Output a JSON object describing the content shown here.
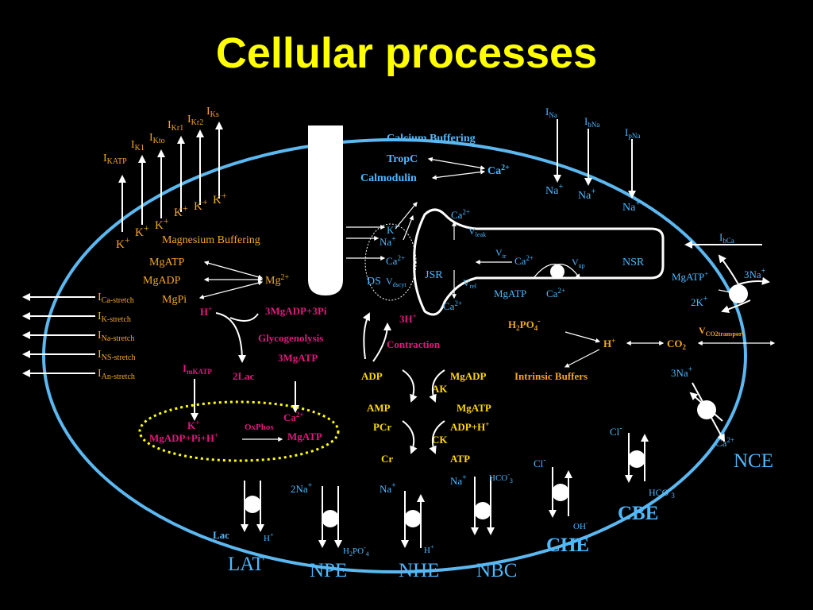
{
  "title": "Cellular processes",
  "currents_left": [
    "I",
    "KATP",
    "I",
    "K1",
    "I",
    "Kto",
    "I",
    "Kr1",
    "I",
    "Kr2",
    "I",
    "Ks"
  ],
  "potassium": "K",
  "plus": "+",
  "mg_buffering": {
    "title": "Magnesium Buffering",
    "items": [
      "MgATP",
      "MgADP",
      "MgPi"
    ],
    "mg": "Mg",
    "charge": "2+"
  },
  "stretch": [
    {
      "i": "I",
      "sub": "Ca-stretch"
    },
    {
      "i": "I",
      "sub": "K-stretch"
    },
    {
      "i": "I",
      "sub": "Na-stretch"
    },
    {
      "i": "I",
      "sub": "NS-stretch"
    },
    {
      "i": "I",
      "sub": "An-stretch"
    }
  ],
  "ca_buffering": {
    "title": "Calcium Buffering",
    "tropc": "TropC",
    "calmodulin": "Calmodulin",
    "ca": "Ca",
    "charge": "2+"
  },
  "na_currents": [
    {
      "i": "I",
      "sub": "Na"
    },
    {
      "i": "I",
      "sub": "bNa"
    },
    {
      "i": "I",
      "sub": "pNa"
    }
  ],
  "na": "Na",
  "sr": {
    "jsr": "JSR",
    "nsr": "NSR",
    "ds": "DS",
    "v": "V",
    "v_dscyt": "dscyt",
    "v_leak": "leak",
    "v_rel": "rel",
    "v_tr": "tr",
    "v_up": "up",
    "mgatp": "MgATP"
  },
  "ibca": {
    "i": "I",
    "sub": "bCa"
  },
  "pump": {
    "mgatp": "MgATP",
    "na3": "3Na",
    "k2": "2K"
  },
  "metabolism": {
    "h": "H",
    "mgadp3pi": "3MgADP+3Pi",
    "glycogenolysis": "Glycogenolysis",
    "mgatp3": "3MgATP",
    "h3": "3H",
    "contraction": "Contraction",
    "imkatp": "I",
    "imkatp_sub": "mKATP",
    "lac2": "2Lac",
    "k": "K",
    "ca": "Ca",
    "oxphos": "OxPhos",
    "mgadp_pi_h": "MgADP+Pi+H",
    "mgatp": "MgATP"
  },
  "energy": {
    "adp": "ADP",
    "mgadp": "MgADP",
    "ak": "AK",
    "amp": "AMP",
    "mgatp": "MgATP",
    "pcr": "PCr",
    "adph": "ADP+H",
    "ck": "CK",
    "cr": "Cr",
    "atp": "ATP"
  },
  "buffers": {
    "h2po4": "H",
    "h2po4_sub": "2",
    "h2po4_rest": "PO",
    "h2po4_sub2": "4",
    "minus": "-",
    "h": "H",
    "co2": "CO",
    "co2_sub": "2",
    "vco2": "V",
    "vco2_sub": "CO2transport",
    "intrinsic": "Intrinsic Buffers"
  },
  "transporters": {
    "nce": "NCE",
    "cbe": "CBE",
    "che": "CHE",
    "lat": "LAT",
    "npe": "NPE",
    "nhe": "NHE",
    "nbc": "NBC",
    "na3": "3Na",
    "cl": "Cl",
    "hco3": "HCO",
    "hco3_sub": "3",
    "oh": "OH",
    "lac": "Lac",
    "na2": "2Na",
    "h2po4": "H",
    "po4": "PO",
    "sub2": "2",
    "sub4": "4"
  }
}
